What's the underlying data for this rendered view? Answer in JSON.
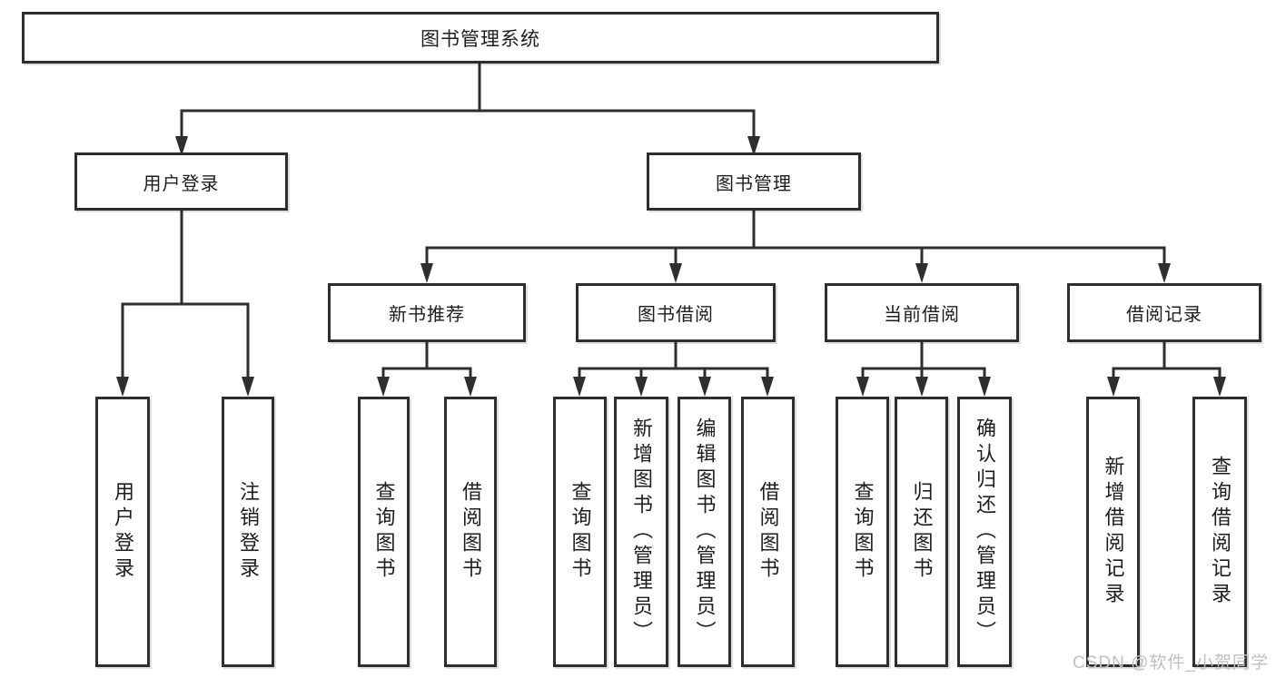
{
  "diagram": {
    "watermark": "CSDN @软件_小贺同学",
    "colors": {
      "line": "#2e2e2e",
      "box_border": "#2e2e2e",
      "box_background": "#ffffff",
      "text": "#1d1d1d",
      "watermark_text": "#c0c0c0"
    },
    "tree": {
      "label": "图书管理系统",
      "children": [
        {
          "label": "用户登录",
          "children": [
            {
              "label": "用户登录"
            },
            {
              "label": "注销登录"
            }
          ]
        },
        {
          "label": "图书管理",
          "children": [
            {
              "label": "新书推荐",
              "children": [
                {
                  "label": "查询图书"
                },
                {
                  "label": "借阅图书"
                }
              ]
            },
            {
              "label": "图书借阅",
              "children": [
                {
                  "label": "查询图书"
                },
                {
                  "label": "新增图书（管理员）"
                },
                {
                  "label": "编辑图书（管理员）"
                },
                {
                  "label": "借阅图书"
                }
              ]
            },
            {
              "label": "当前借阅",
              "children": [
                {
                  "label": "查询图书"
                },
                {
                  "label": "归还图书"
                },
                {
                  "label": "确认归还（管理员）"
                }
              ]
            },
            {
              "label": "借阅记录",
              "children": [
                {
                  "label": "新增借阅记录"
                },
                {
                  "label": "查询借阅记录"
                }
              ]
            }
          ]
        }
      ]
    }
  }
}
